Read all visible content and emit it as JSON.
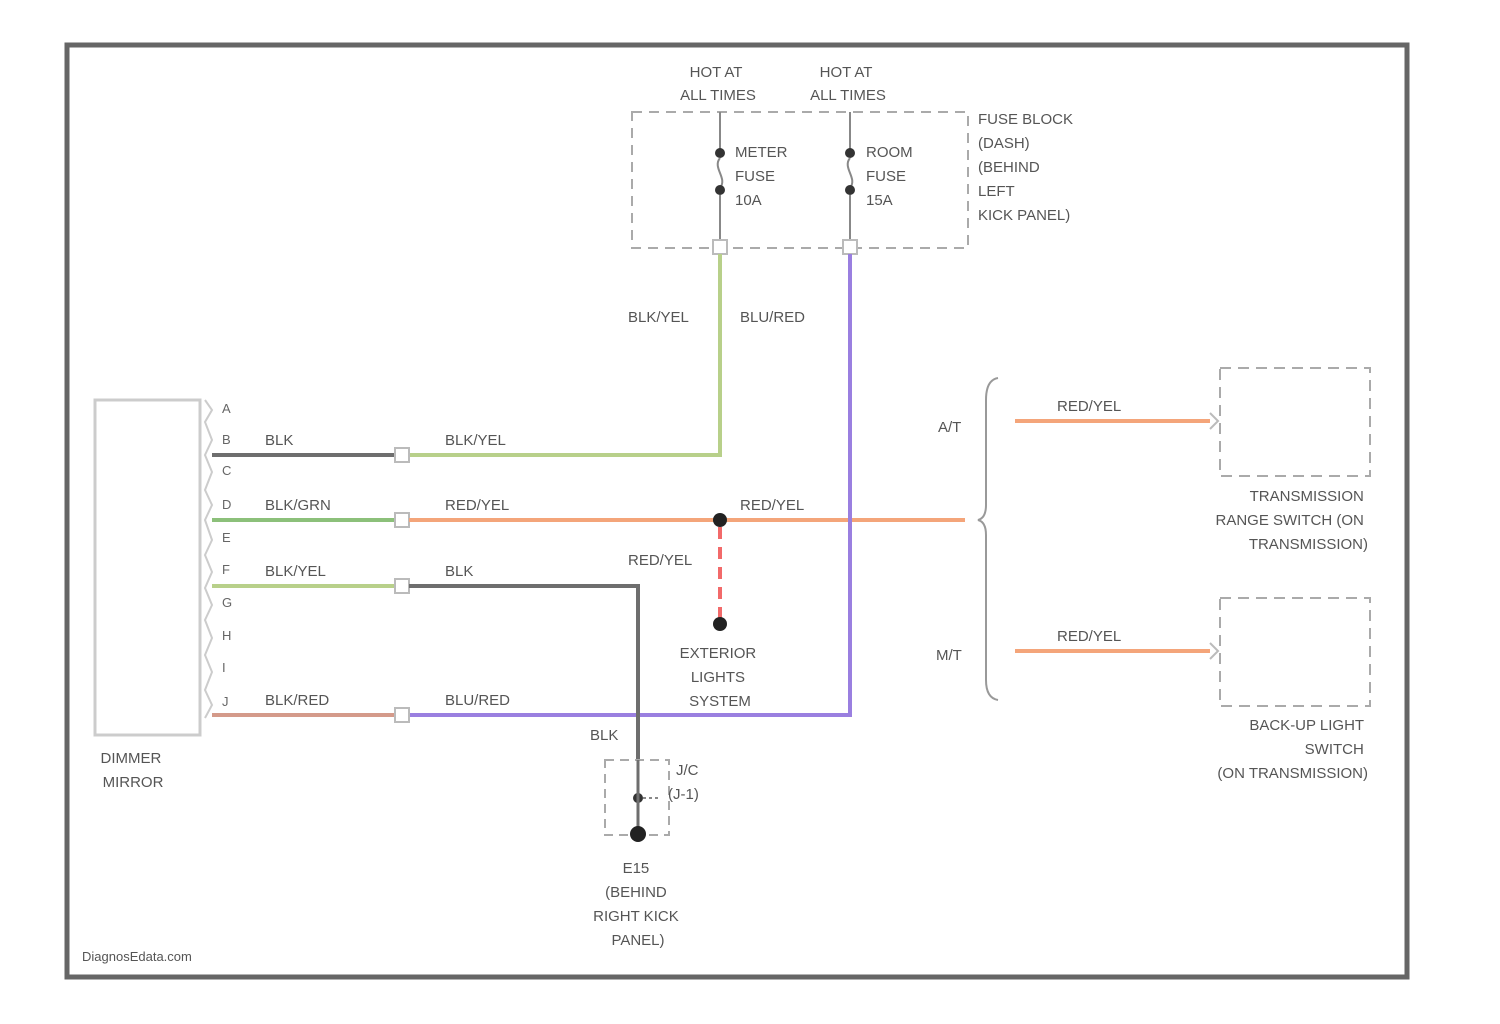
{
  "fuse_block": {
    "hot_left": [
      "HOT AT",
      "ALL TIMES"
    ],
    "hot_right": [
      "HOT AT",
      "ALL TIMES"
    ],
    "meter_fuse": [
      "METER",
      "FUSE",
      "10A"
    ],
    "room_fuse": [
      "ROOM",
      "FUSE",
      "15A"
    ],
    "label": [
      "FUSE BLOCK",
      "(DASH)",
      "(BEHIND",
      "LEFT",
      "KICK PANEL)"
    ]
  },
  "mirror": {
    "label": [
      "DIMMER",
      "MIRROR"
    ],
    "pins": [
      "A",
      "B",
      "C",
      "D",
      "E",
      "F",
      "G",
      "H",
      "I",
      "J"
    ]
  },
  "wires": {
    "mirror_b": "BLK",
    "mirror_d": "BLK/GRN",
    "mirror_f": "BLK/YEL",
    "mirror_j": "BLK/RED",
    "harness_b": "BLK/YEL",
    "harness_d": "RED/YEL",
    "harness_f": "BLK",
    "harness_j": "BLU/RED",
    "meter_feed": "BLK/YEL",
    "room_feed": "BLU/RED",
    "splice_right": "RED/YEL",
    "splice_down": "RED/YEL",
    "ground_wire": "BLK",
    "at_wire": "RED/YEL",
    "mt_wire": "RED/YEL"
  },
  "exterior_lights": [
    "EXTERIOR",
    "LIGHTS",
    "SYSTEM"
  ],
  "joint_connector": [
    "J/C",
    "(J-1)"
  ],
  "ground": [
    "E15",
    "(BEHIND",
    "RIGHT KICK",
    "PANEL)"
  ],
  "transmission": {
    "at_label": "A/T",
    "mt_label": "M/T",
    "range_switch": [
      "TRANSMISSION",
      "RANGE SWITCH (ON",
      "TRANSMISSION)"
    ],
    "backup_switch": [
      "BACK-UP LIGHT",
      "SWITCH",
      "(ON TRANSMISSION)"
    ]
  },
  "watermark": "DiagnosEdata.com",
  "colors": {
    "border": "#666666",
    "blk": "#6e6e6e",
    "blk_yel": "#b8d08a",
    "blk_grn": "#8cc07a",
    "red_yel": "#f4a57a",
    "blu_red": "#9a7fe0",
    "blk_red": "#d49a8a",
    "red_dash": "#f26a6a",
    "dashed_box": "#aaaaaa"
  }
}
